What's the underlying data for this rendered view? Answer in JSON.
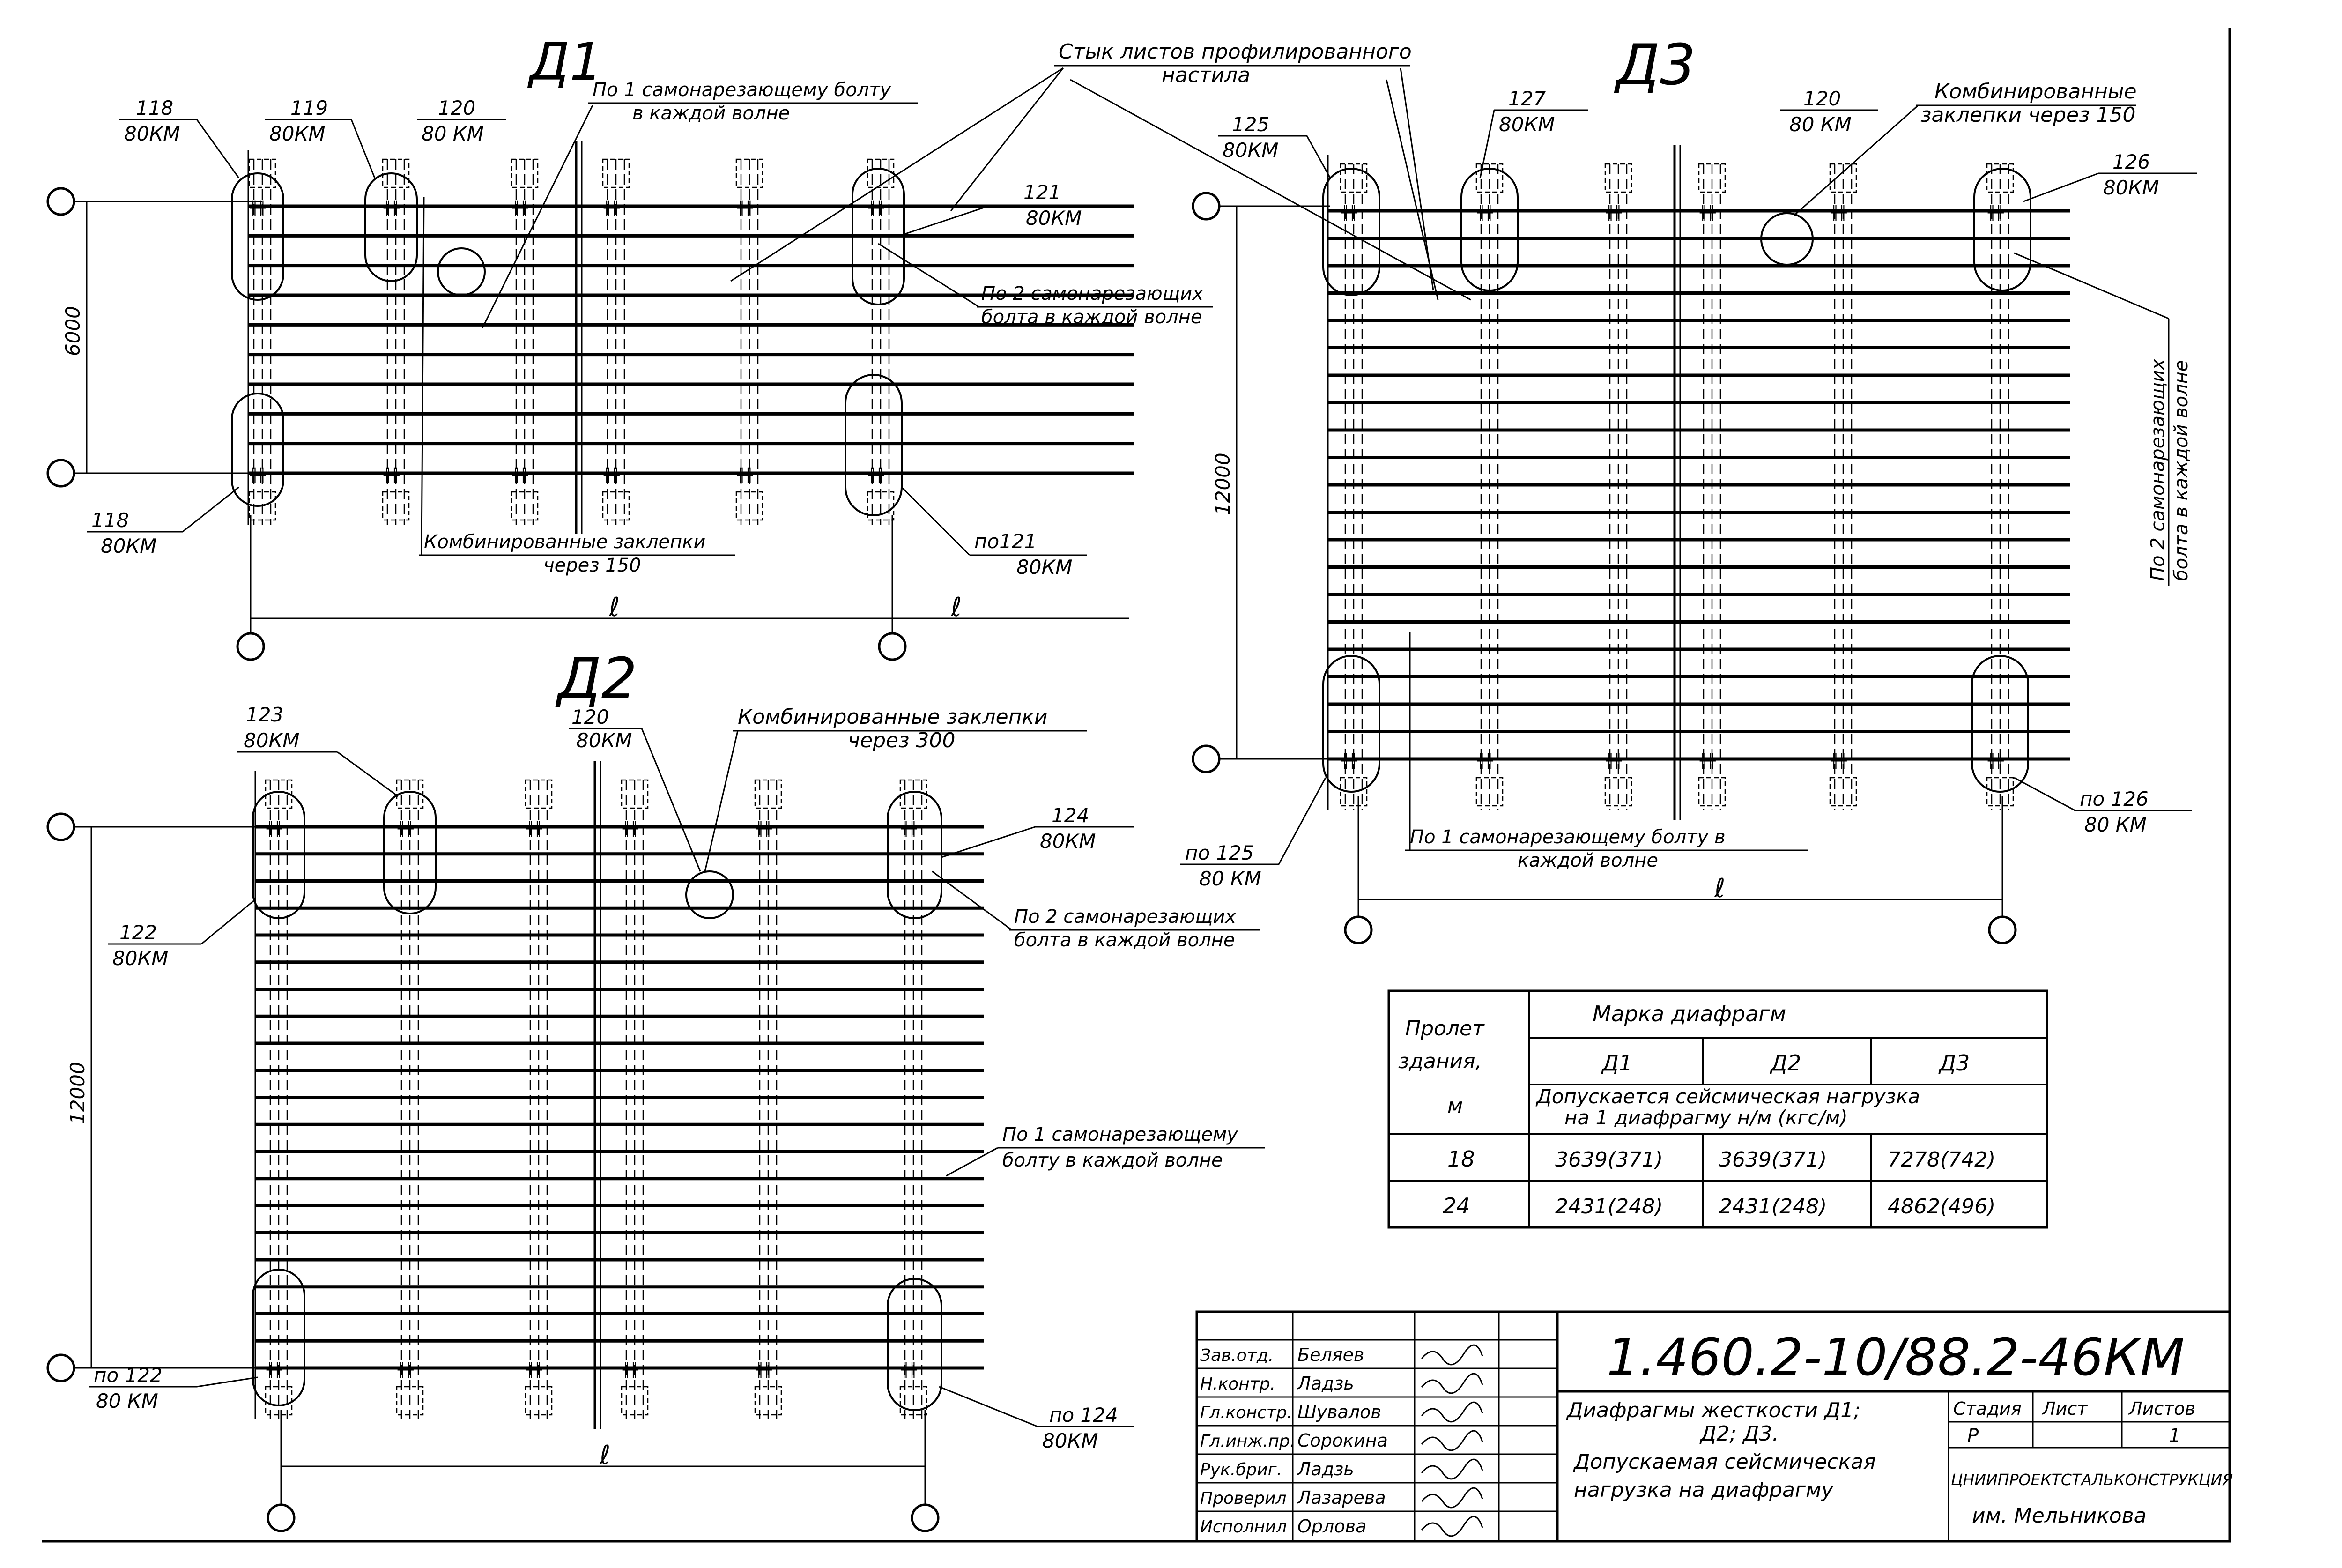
{
  "diagrams": {
    "d1": {
      "title": "Д1",
      "joint_note_line1": "Стык листов профилированного",
      "joint_note_line2": "настила",
      "bolt_note_top_line1": "По 1 самонарезающему болту",
      "bolt_note_top_line2": "в каждой волне",
      "bolt2_note_line1": "По 2 самонарезающих",
      "bolt2_note_line2": "болта в каждой волне",
      "rivet_note_line1": "Комбинированные заклепки",
      "rivet_note_line2": "через 150",
      "dim_height": "6000",
      "span_left": "ℓ",
      "span_right": "ℓ",
      "callouts": [
        {
          "num": "118",
          "mark": "80КМ"
        },
        {
          "num": "119",
          "mark": "80КМ"
        },
        {
          "num": "120",
          "mark": "80 КМ"
        },
        {
          "num": "121",
          "mark": "80КМ"
        },
        {
          "num": "118",
          "mark": "80КМ"
        },
        {
          "num": "по121",
          "mark": "80КМ"
        }
      ]
    },
    "d2": {
      "title": "Д2",
      "rivet_note_line1": "Комбинированные заклепки",
      "rivet_note_line2": "через 300",
      "bolt2_note_line1": "По 2 самонарезающих",
      "bolt2_note_line2": "болта в каждой волне",
      "bolt1_note_line1": "По 1 самонарезающему",
      "bolt1_note_line2": "болту в каждой волне",
      "dim_height": "12000",
      "span": "ℓ",
      "callouts": [
        {
          "num": "123",
          "mark": "80КМ"
        },
        {
          "num": "120",
          "mark": "80КМ"
        },
        {
          "num": "124",
          "mark": "80КМ"
        },
        {
          "num": "122",
          "mark": "80КМ"
        },
        {
          "num": "по 122",
          "mark": "80 КМ"
        },
        {
          "num": "по 124",
          "mark": "80КМ"
        }
      ]
    },
    "d3": {
      "title": "Д3",
      "rivet_note_line1": "Комбинированные",
      "rivet_note_line2": "заклепки через 150",
      "bolt2_note_line1": "По 2 самонарезающих",
      "bolt2_note_line2": "болта в каждой волне",
      "bolt1_note_line1": "По 1 самонарезающему болту в",
      "bolt1_note_line2": "каждой волне",
      "dim_height": "12000",
      "span": "ℓ",
      "callouts": [
        {
          "num": "125",
          "mark": "80КМ"
        },
        {
          "num": "127",
          "mark": "80КМ"
        },
        {
          "num": "120",
          "mark": "80 КМ"
        },
        {
          "num": "126",
          "mark": "80КМ"
        },
        {
          "num": "по 125",
          "mark": "80 КМ"
        },
        {
          "num": "по 126",
          "mark": "80 КМ"
        }
      ]
    }
  },
  "load_table": {
    "span_header_line1": "Пролет",
    "span_header_line2": "здания,",
    "span_header_line3": "м",
    "mark_header": "Марка диафрагм",
    "cols": [
      "Д1",
      "Д2",
      "Д3"
    ],
    "load_header_line1": "Допускается сейсмическая нагрузка",
    "load_header_line2": "на 1 диафрагму н/м (кгс/м)",
    "rows": [
      {
        "span": "18",
        "d1": "3639(371)",
        "d2": "3639(371)",
        "d3": "7278(742)"
      },
      {
        "span": "24",
        "d1": "2431(248)",
        "d2": "2431(248)",
        "d3": "4862(496)"
      }
    ]
  },
  "title_block": {
    "doc_code": "1.460.2-10/88.2-46КМ",
    "title_line1": "Диафрагмы жесткости Д1;",
    "title_line2": "Д2; Д3.",
    "title_line3": "Допускаемая сейсмическая",
    "title_line4": "нагрузка на диафрагму",
    "stage_label": "Стадия",
    "sheet_label": "Лист",
    "sheets_label": "Листов",
    "stage_value": "Р",
    "sheets_value": "1",
    "org_line1": "ЦНИИПРОЕКТСТАЛЬКОНСТРУКЦИЯ",
    "org_line2": "им. Мельникова",
    "staff": [
      {
        "role": "Зав.отд.",
        "name": "Беляев"
      },
      {
        "role": "Н.контр.",
        "name": "Ладзь"
      },
      {
        "role": "Гл.констр.",
        "name": "Шувалов"
      },
      {
        "role": "Гл.инж.пр.",
        "name": "Сорокина"
      },
      {
        "role": "Рук.бриг.",
        "name": "Ладзь"
      },
      {
        "role": "Проверил",
        "name": "Лазарева"
      },
      {
        "role": "Исполнил",
        "name": "Орлова"
      }
    ]
  }
}
